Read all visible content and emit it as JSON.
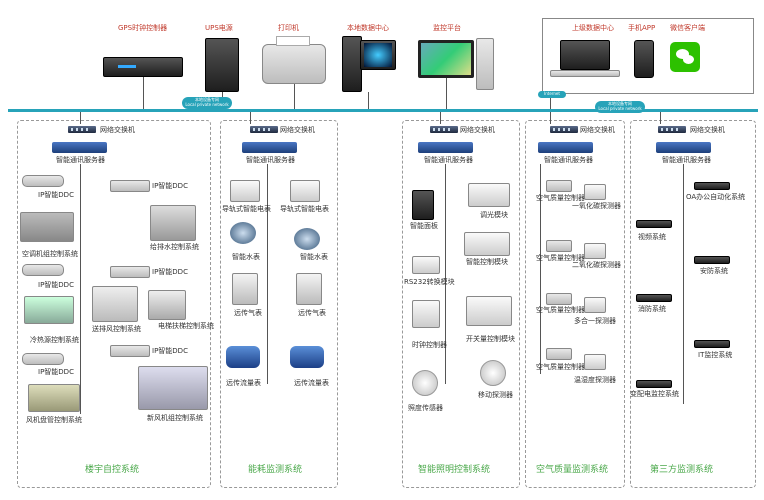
{
  "top": {
    "gps": "GPS时钟控制器",
    "ups": "UPS电源",
    "printer": "打印机",
    "local_dc": "本地数据中心",
    "monitor": "监控平台",
    "upper_dc": "上级数据中心",
    "phone_app": "手机APP",
    "wechat": "微信客户端"
  },
  "network": {
    "lpn_cn": "本地设备专网",
    "lpn_en": "Local private network",
    "internet": "Internet",
    "lpn2_cn": "本地设备专网",
    "lpn2_en": "Local private network"
  },
  "common": {
    "switch": "网络交换机",
    "server": "智能通讯服务器"
  },
  "bas": {
    "title": "楼宇自控系统",
    "ip_ddc_1": "IP智能DDC",
    "ip_ddc_r1": "IP智能DDC",
    "ac": "空调机组控制系统",
    "water": "给排水控制系统",
    "ip_ddc_2": "IP智能DDC",
    "ip_ddc_r2": "IP智能DDC",
    "cold": "冷热源控制系统",
    "elevator": "电梯扶梯控制系统",
    "vent": "送排风控制系统",
    "ip_ddc_3": "IP智能DDC",
    "ip_ddc_r3": "IP智能DDC",
    "fcu": "风机盘管控制系统",
    "fresh": "新风机组控制系统"
  },
  "energy": {
    "title": "能耗监测系统",
    "rail_meter_1": "导轨式智能电表",
    "rail_meter_2": "导轨式智能电表",
    "water_1": "智能水表",
    "water_2": "智能水表",
    "gas_1": "远传气表",
    "gas_2": "远传气表",
    "flow_1": "远传流量表",
    "flow_2": "远传流量表"
  },
  "lighting": {
    "title": "智能照明控制系统",
    "panel": "智能面板",
    "dimmer": "调光模块",
    "smart_ctrl": "智能控制模块",
    "rs232": "RS232转换模块",
    "timer": "时钟控制器",
    "switch_mod": "开关量控制模块",
    "lux": "照度传感器",
    "motion": "移动探测器"
  },
  "air": {
    "title": "空气质量监测系统",
    "aq1": "空气质量控制器",
    "co": "一氧化碳探测器",
    "aq2": "空气质量控制器",
    "co2": "二氧化碳探测器",
    "aq3": "空气质量控制器",
    "multi": "多合一探测器",
    "aq4": "空气质量控制器",
    "temp": "温湿度探测器"
  },
  "third": {
    "title": "第三方监测系统",
    "oa": "OA办公自动化系统",
    "video": "视频系统",
    "security": "安防系统",
    "fire": "消防系统",
    "it": "IT监控系统",
    "power": "变配电监控系统"
  }
}
